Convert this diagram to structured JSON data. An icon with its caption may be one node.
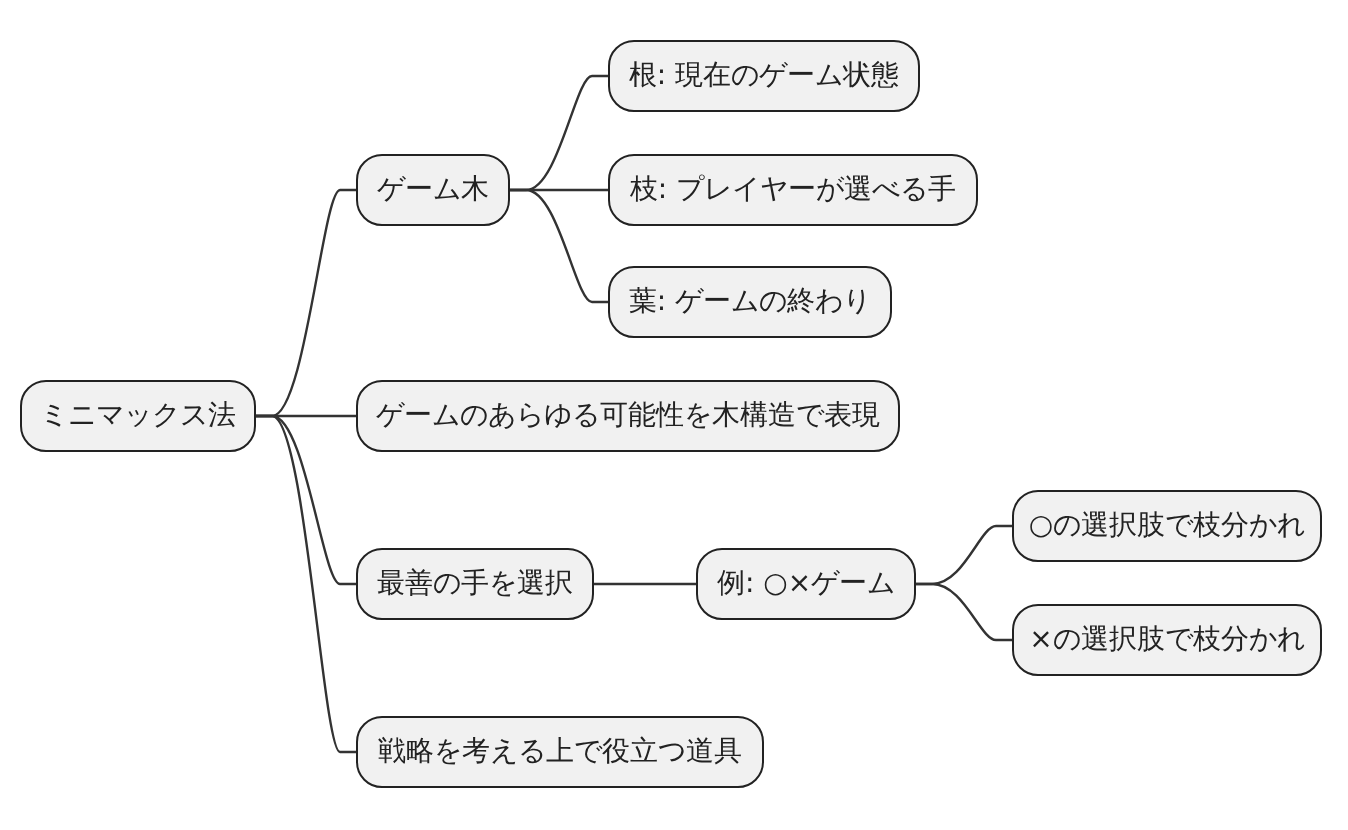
{
  "diagram": {
    "nodes": [
      {
        "text": [
          "ミニマックス法"
        ]
      },
      {
        "text": [
          "ゲーム木"
        ]
      },
      {
        "text": [
          "根: 現在のゲーム状態"
        ]
      },
      {
        "text": [
          "枝: プレイヤーが選べる手"
        ]
      },
      {
        "text": [
          "葉: ゲームの終わり"
        ]
      },
      {
        "text": [
          "ゲームのあらゆる可能性を木構造で表現"
        ]
      },
      {
        "text": [
          "最善の手を選択"
        ]
      },
      {
        "text": [
          "例: ○×ゲーム"
        ]
      },
      {
        "text": [
          "○の選択肢で枝分かれ"
        ]
      },
      {
        "text": [
          "×の選択肢で枝分かれ"
        ]
      },
      {
        "text": [
          "戦略を考える上で役立つ道具"
        ]
      }
    ],
    "edges": [
      {
        "from": 0,
        "to": 1,
        "arrow": "none"
      },
      {
        "from": 1,
        "to": 2,
        "arrow": "none"
      },
      {
        "from": 1,
        "to": 3,
        "arrow": "none"
      },
      {
        "from": 1,
        "to": 4,
        "arrow": "none"
      },
      {
        "from": 0,
        "to": 5,
        "arrow": "none"
      },
      {
        "from": 0,
        "to": 6,
        "arrow": "none"
      },
      {
        "from": 6,
        "to": 7,
        "arrow": "none"
      },
      {
        "from": 7,
        "to": 8,
        "arrow": "none"
      },
      {
        "from": 7,
        "to": 9,
        "arrow": "none"
      },
      {
        "from": 0,
        "to": 10,
        "arrow": "none"
      }
    ]
  }
}
